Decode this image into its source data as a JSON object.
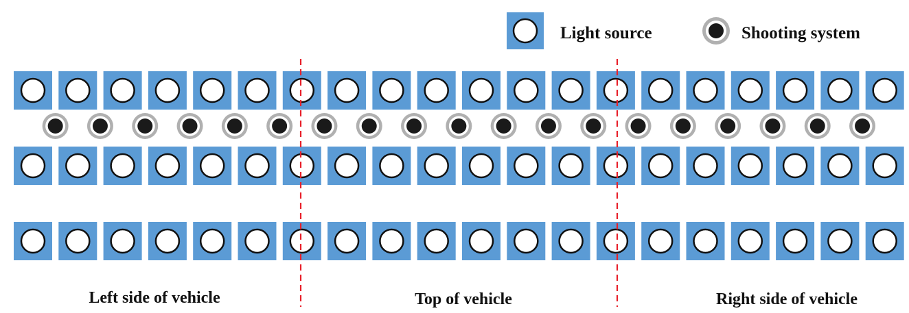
{
  "legend": {
    "light_source_label": "Light source",
    "shooting_system_label": "Shooting system"
  },
  "regions": {
    "left_label": "Left side of vehicle",
    "top_label": "Top of vehicle",
    "right_label": "Right side of vehicle"
  },
  "layout": {
    "light_rows": 3,
    "lights_per_row": 20,
    "camera_count": 19
  },
  "colors": {
    "light_box": "#5b9bd5",
    "light_circle_fill": "#ffffff",
    "light_circle_stroke": "#111111",
    "camera_outer": "#b0b0b0",
    "camera_inner": "#1a1a1a",
    "divider": "#e8202a"
  }
}
